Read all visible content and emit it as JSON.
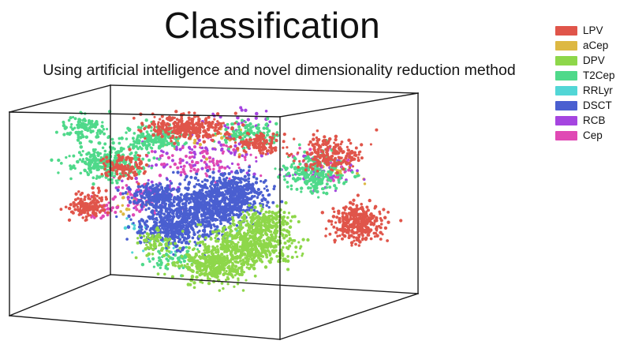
{
  "slide": {
    "title": "Classification",
    "subtitle": "Using artificial intelligence and novel dimensionality reduction method",
    "background_color": "#ffffff",
    "text_color": "#111111"
  },
  "legend": {
    "position": "top-right",
    "items": [
      {
        "label": "LPV",
        "color": "#e0554a"
      },
      {
        "label": "aCep",
        "color": "#ddb843"
      },
      {
        "label": "DPV",
        "color": "#8ed74a"
      },
      {
        "label": "T2Cep",
        "color": "#4fd98a"
      },
      {
        "label": "RRLyr",
        "color": "#52d6d6"
      },
      {
        "label": "DSCT",
        "color": "#4a5fd0"
      },
      {
        "label": "RCB",
        "color": "#a545e0"
      },
      {
        "label": "Cep",
        "color": "#e049b4"
      }
    ]
  },
  "chart_data": {
    "type": "scatter",
    "title": "Classification",
    "subtitle": "Using artificial intelligence and novel dimensionality reduction method",
    "projection": "3d",
    "grid": false,
    "axes_visible": false,
    "tick_labels": [],
    "xlabel": "",
    "ylabel": "",
    "zlabel": "",
    "box_wireframe": {
      "stroke": "#1a1a1a",
      "stroke_width": 1.4,
      "front_face": [
        [
          12,
          42
        ],
        [
          12,
          300
        ],
        [
          355,
          330
        ],
        [
          355,
          48
        ]
      ],
      "back_face": [
        [
          140,
          8
        ],
        [
          140,
          248
        ],
        [
          530,
          272
        ],
        [
          530,
          18
        ]
      ],
      "description": "axis-aligned 3d bounding cube drawn as thin black wireframe, viewed from slightly above and to the left"
    },
    "legend_entries": [
      "LPV",
      "aCep",
      "DPV",
      "T2Cep",
      "RRLyr",
      "DSCT",
      "RCB",
      "Cep"
    ],
    "series": [
      {
        "name": "DSCT",
        "color": "#4a5fd0",
        "approx_count": 1500,
        "cluster_note": "large dense central blob, center of projection",
        "blobs": [
          {
            "cx": 268,
            "cy": 160,
            "rx": 78,
            "ry": 40,
            "n": 620,
            "density": 1.0
          },
          {
            "cx": 222,
            "cy": 188,
            "rx": 62,
            "ry": 34,
            "n": 440,
            "density": 1.0
          },
          {
            "cx": 300,
            "cy": 140,
            "rx": 52,
            "ry": 28,
            "n": 260,
            "density": 0.9
          },
          {
            "cx": 196,
            "cy": 150,
            "rx": 42,
            "ry": 24,
            "n": 180,
            "density": 0.8
          }
        ]
      },
      {
        "name": "DPV",
        "color": "#8ed74a",
        "approx_count": 1100,
        "cluster_note": "bottom-centre / bottom-right lobe below the blue core",
        "blobs": [
          {
            "cx": 318,
            "cy": 208,
            "rx": 74,
            "ry": 36,
            "n": 520,
            "density": 1.0
          },
          {
            "cx": 272,
            "cy": 236,
            "rx": 58,
            "ry": 30,
            "n": 360,
            "density": 1.0
          },
          {
            "cx": 338,
            "cy": 182,
            "rx": 48,
            "ry": 24,
            "n": 170,
            "density": 0.85
          },
          {
            "cx": 196,
            "cy": 208,
            "rx": 30,
            "ry": 22,
            "n": 70,
            "density": 0.6
          }
        ]
      },
      {
        "name": "LPV",
        "color": "#e0554a",
        "approx_count": 1200,
        "cluster_note": "right-hand blob plus an arc across the top and a small left patch",
        "blobs": [
          {
            "cx": 452,
            "cy": 182,
            "rx": 46,
            "ry": 32,
            "n": 330,
            "density": 1.0
          },
          {
            "cx": 236,
            "cy": 62,
            "rx": 72,
            "ry": 20,
            "n": 300,
            "density": 0.95
          },
          {
            "cx": 420,
            "cy": 96,
            "rx": 58,
            "ry": 30,
            "n": 200,
            "density": 0.7
          },
          {
            "cx": 112,
            "cy": 160,
            "rx": 32,
            "ry": 24,
            "n": 150,
            "density": 0.8
          },
          {
            "cx": 158,
            "cy": 112,
            "rx": 40,
            "ry": 22,
            "n": 110,
            "density": 0.5
          },
          {
            "cx": 330,
            "cy": 82,
            "rx": 40,
            "ry": 18,
            "n": 110,
            "density": 0.6
          }
        ]
      },
      {
        "name": "T2Cep",
        "color": "#4fd98a",
        "approx_count": 1000,
        "cluster_note": "broad left-hand arc sweeping up, plus right-hand arc near the box edge",
        "blobs": [
          {
            "cx": 136,
            "cy": 106,
            "rx": 62,
            "ry": 30,
            "n": 300,
            "density": 0.95
          },
          {
            "cx": 196,
            "cy": 74,
            "rx": 52,
            "ry": 20,
            "n": 180,
            "density": 0.7
          },
          {
            "cx": 108,
            "cy": 62,
            "rx": 34,
            "ry": 20,
            "n": 100,
            "density": 0.55
          },
          {
            "cx": 400,
            "cy": 118,
            "rx": 56,
            "ry": 34,
            "n": 230,
            "density": 0.8
          },
          {
            "cx": 318,
            "cy": 70,
            "rx": 52,
            "ry": 20,
            "n": 130,
            "density": 0.6
          },
          {
            "cx": 220,
            "cy": 228,
            "rx": 40,
            "ry": 22,
            "n": 60,
            "density": 0.4
          }
        ]
      },
      {
        "name": "RCB",
        "color": "#a545e0",
        "approx_count": 220,
        "cluster_note": "sparse speckle along the upper band and right arc",
        "blobs": [
          {
            "cx": 260,
            "cy": 96,
            "rx": 96,
            "ry": 34,
            "n": 90,
            "density": 0.25
          },
          {
            "cx": 404,
            "cy": 116,
            "rx": 52,
            "ry": 32,
            "n": 60,
            "density": 0.25
          },
          {
            "cx": 190,
            "cy": 142,
            "rx": 54,
            "ry": 28,
            "n": 45,
            "density": 0.2
          },
          {
            "cx": 300,
            "cy": 52,
            "rx": 60,
            "ry": 18,
            "n": 25,
            "density": 0.15
          }
        ]
      },
      {
        "name": "Cep",
        "color": "#e049b4",
        "approx_count": 200,
        "cluster_note": "sparse speckle mixed with RCB along upper band and left patch",
        "blobs": [
          {
            "cx": 250,
            "cy": 104,
            "rx": 92,
            "ry": 34,
            "n": 80,
            "density": 0.22
          },
          {
            "cx": 176,
            "cy": 150,
            "rx": 50,
            "ry": 28,
            "n": 50,
            "density": 0.22
          },
          {
            "cx": 410,
            "cy": 110,
            "rx": 50,
            "ry": 30,
            "n": 40,
            "density": 0.2
          },
          {
            "cx": 130,
            "cy": 166,
            "rx": 34,
            "ry": 22,
            "n": 30,
            "density": 0.18
          }
        ]
      },
      {
        "name": "aCep",
        "color": "#ddb843",
        "approx_count": 60,
        "cluster_note": "very sparse, a few specks near the top-centre and right arc",
        "blobs": [
          {
            "cx": 268,
            "cy": 78,
            "rx": 80,
            "ry": 24,
            "n": 25,
            "density": 0.1
          },
          {
            "cx": 430,
            "cy": 120,
            "rx": 44,
            "ry": 26,
            "n": 18,
            "density": 0.1
          },
          {
            "cx": 160,
            "cy": 160,
            "rx": 40,
            "ry": 22,
            "n": 12,
            "density": 0.1
          }
        ]
      },
      {
        "name": "RRLyr",
        "color": "#52d6d6",
        "approx_count": 45,
        "cluster_note": "rare specks near the lower-left edge of the blue/green boundary",
        "blobs": [
          {
            "cx": 206,
            "cy": 214,
            "rx": 46,
            "ry": 26,
            "n": 20,
            "density": 0.1
          },
          {
            "cx": 300,
            "cy": 196,
            "rx": 40,
            "ry": 20,
            "n": 12,
            "density": 0.08
          },
          {
            "cx": 170,
            "cy": 186,
            "rx": 30,
            "ry": 18,
            "n": 10,
            "density": 0.08
          }
        ]
      }
    ]
  }
}
